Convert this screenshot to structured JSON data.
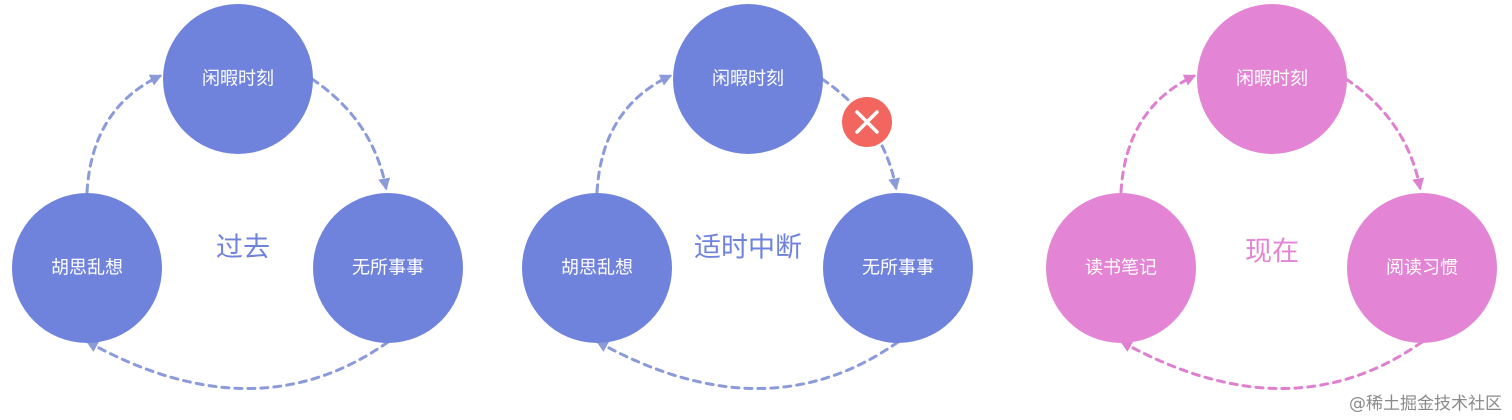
{
  "colors": {
    "blue_node": "#6f82dc",
    "blue_edge": "#8b9ad8",
    "blue_text": "#6f82dc",
    "pink_node": "#e384d4",
    "pink_edge": "#df7fd0",
    "pink_text": "#e384d4",
    "block_badge": "#f2665f"
  },
  "panels": [
    {
      "label": "过去",
      "theme": "blue",
      "nodes": {
        "top": "闲暇时刻",
        "left": "胡思乱想",
        "right": "无所事事"
      },
      "blocked": false
    },
    {
      "label": "适时中断",
      "theme": "blue",
      "nodes": {
        "top": "闲暇时刻",
        "left": "胡思乱想",
        "right": "无所事事"
      },
      "blocked": true,
      "block_icon": "close-icon"
    },
    {
      "label": "现在",
      "theme": "pink",
      "nodes": {
        "top": "闲暇时刻",
        "left": "读书笔记",
        "right": "阅读习惯"
      },
      "blocked": false
    }
  ],
  "watermark": "@稀土掘金技术社区"
}
